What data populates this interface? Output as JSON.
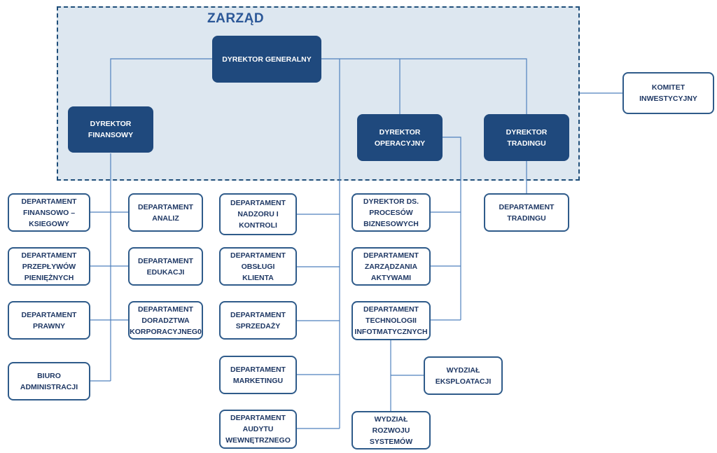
{
  "board_title": "ZARZĄD",
  "boxes": {
    "ceo": "DYREKTOR  GENERALNY",
    "cfo": "DYREKTOR FINANSOWY",
    "coo": "DYREKTOR OPERACYJNY",
    "cto": "DYREKTOR TRADINGU",
    "komitet": "KOMITET INWESTYCYJNY",
    "fin_ksieg": "DEPARTAMENT FINANSOWO – KSIEGOWY",
    "przeplywy": "DEPARTAMENT PRZEPŁYWÓW PIENIĘŻNYCH",
    "prawny": "DEPARTAMENT PRAWNY",
    "biuro": "BIURO ADMINISTRACJI",
    "analiz": "DEPARTAMENT ANALIZ",
    "edukacji": "DEPARTAMENT EDUKACJI",
    "doradztwa": "DEPARTAMENT DORADZTWA KORPORACYJNEG0",
    "nadzoru": "DEPARTAMENT NADZORU I KONTROLI",
    "obslugi": "DEPARTAMENT OBSŁUGI KLIENTA",
    "sprzedazy": "DEPARTAMENT SPRZEDAŻY",
    "marketingu": "DEPARTAMENT MARKETINGU",
    "audytu": "DEPARTAMENT AUDYTU WEWNĘTRZNEGO",
    "procesow": "DYREKTOR DS. PROCESÓW BIZNESOWYCH",
    "aktywami": "DEPARTAMENT ZARZĄDZANIA AKTYWAMI",
    "technologii": "DEPARTAMENT TECHNOLOGII INFOTMATYCZNYCH",
    "eksploatacji": "WYDZIAŁ EKSPLOATACJI",
    "rozwoju": "WYDZIAŁ ROZWOJU SYSTEMÓW",
    "tradingu": "DEPARTAMENT TRADINGU"
  }
}
